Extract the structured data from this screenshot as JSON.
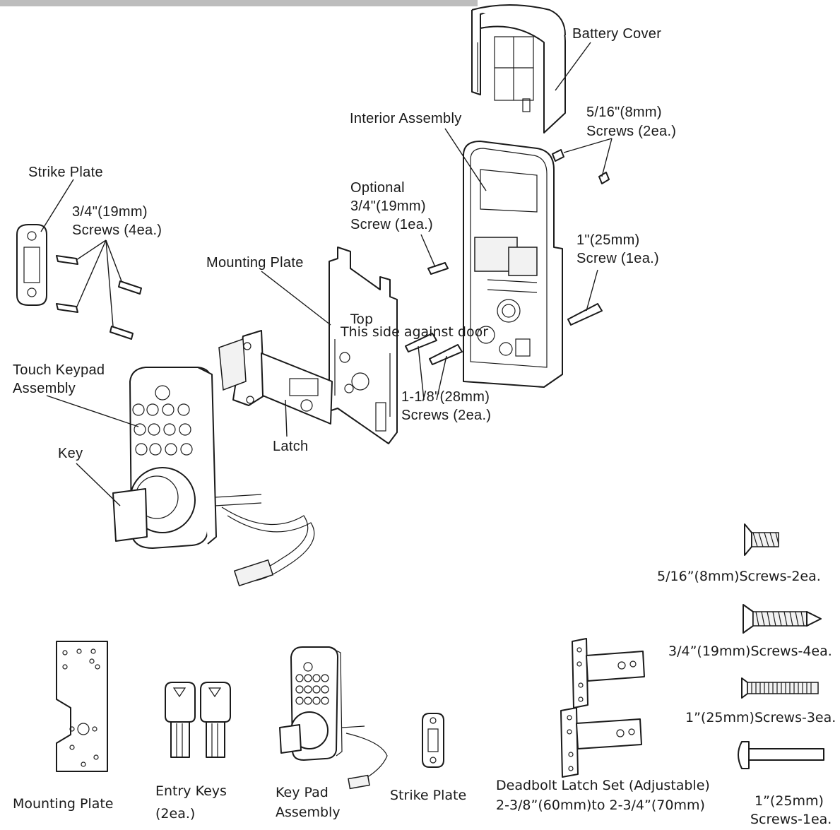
{
  "exploded_labels": {
    "battery_cover": "Battery Cover",
    "interior_assembly": "Interior Assembly",
    "screws_8mm_line1": "5/16\"(8mm)",
    "screws_8mm_line2": "Screws (2ea.)",
    "strike_plate": "Strike Plate",
    "screws_19mm_line1": "3/4\"(19mm)",
    "screws_19mm_line2": "Screws (4ea.)",
    "optional_line1": "Optional",
    "optional_line2": "3/4\"(19mm)",
    "optional_line3": "Screw  (1ea.)",
    "mounting_plate": "Mounting Plate",
    "screw_25mm_line1": "1\"(25mm)",
    "screw_25mm_line2": "Screw (1ea.)",
    "touch_keypad_line1": "Touch Keypad",
    "touch_keypad_line2": "Assembly",
    "key": "Key",
    "latch": "Latch",
    "screws_28mm_line1": "1-1/8\"(28mm)",
    "screws_28mm_line2": "Screws (2ea.)",
    "plate_top": "Top",
    "plate_note": "This side against door"
  },
  "parts_list": {
    "screws_8mm": "5/16”(8mm)Screws-2ea.",
    "screws_19mm": "3/4”(19mm)Screws-4ea.",
    "screws_25mm_3": "1”(25mm)Screws-3ea.",
    "screws_25mm_1_line1": "1”(25mm)",
    "screws_25mm_1_line2": "Screws-1ea.",
    "mounting_plate": "Mounting Plate",
    "entry_keys_line1": "Entry Keys",
    "entry_keys_line2": "(2ea.)",
    "keypad_line1": "Key Pad",
    "keypad_line2": "Assembly",
    "strike_plate": "Strike Plate",
    "deadbolt_line1": "Deadbolt Latch Set (Adjustable)",
    "deadbolt_line2": "2-3/8”(60mm)to 2-3/4”(70mm)"
  }
}
